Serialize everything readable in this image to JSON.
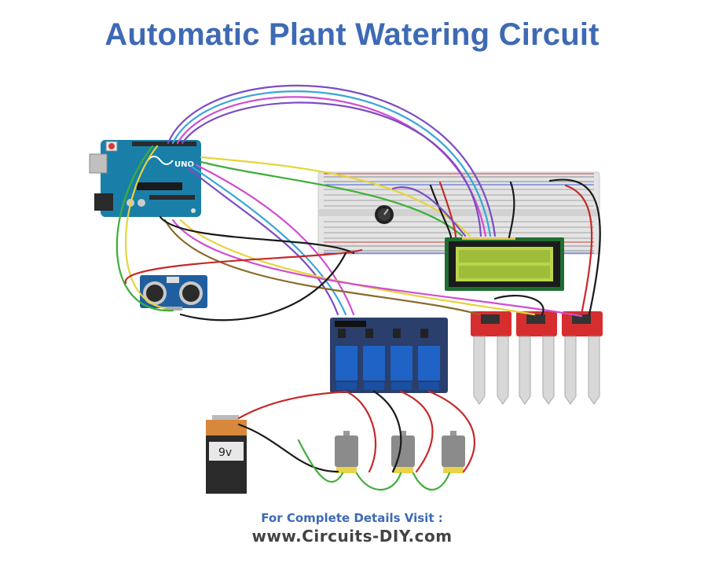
{
  "title": "Automatic Plant Watering Circuit",
  "components": {
    "arduino": {
      "label": "UNO"
    },
    "battery": {
      "label": "9v"
    }
  },
  "footer": {
    "line1": "For Complete Details Visit :",
    "line2": "www.Circuits-DIY.com"
  },
  "colors": {
    "title": "#3e6ab5",
    "arduino": "#1a7fa8",
    "lcd_screen": "#b8d64a",
    "relay_board": "#2a3f6b",
    "relay_block": "#1f63c6",
    "sensor_board": "#d62e2e",
    "battery_top": "#d8883a",
    "motor_body": "#8b8b8b"
  }
}
